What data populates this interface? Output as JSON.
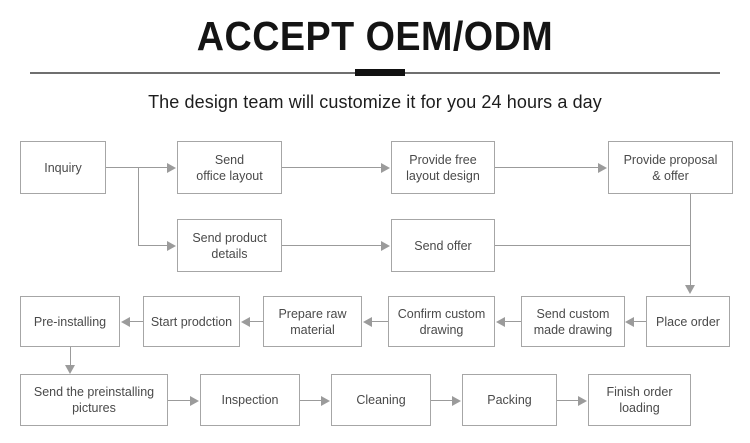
{
  "header": {
    "title": "ACCEPT OEM/ODM",
    "subtitle": "The design team will customize it for you 24 hours a day",
    "accent_color": "#111111",
    "rule_color": "#6f6f6f"
  },
  "flowchart": {
    "type": "process-flow-diagram",
    "node_border_color": "#a6a6a6",
    "connector_color": "#9b9b9b",
    "text_color": "#4a4a4a",
    "rows": [
      {
        "name": "row-1-quotation",
        "direction": "left-to-right",
        "nodes": [
          {
            "id": "inquiry",
            "label": "Inquiry"
          },
          {
            "id": "send-office-layout",
            "label": "Send\noffice layout"
          },
          {
            "id": "provide-free-layout-design",
            "label": "Provide free\nlayout design"
          },
          {
            "id": "provide-proposal-offer",
            "label": "Provide proposal\n& offer"
          }
        ]
      },
      {
        "name": "row-2-quotation-branch",
        "direction": "left-to-right",
        "nodes": [
          {
            "id": "send-product-details",
            "label": "Send product\ndetails"
          },
          {
            "id": "send-offer",
            "label": "Send offer"
          }
        ]
      },
      {
        "name": "row-3-production",
        "direction": "right-to-left",
        "nodes": [
          {
            "id": "place-order",
            "label": "Place order"
          },
          {
            "id": "send-custom-made-drawing",
            "label": "Send custom\nmade drawing"
          },
          {
            "id": "confirm-custom-drawing",
            "label": "Confirm custom\ndrawing"
          },
          {
            "id": "prepare-raw-material",
            "label": "Prepare raw\nmaterial"
          },
          {
            "id": "start-prodction",
            "label": "Start prodction"
          },
          {
            "id": "pre-installing",
            "label": "Pre-installing"
          }
        ]
      },
      {
        "name": "row-4-delivery",
        "direction": "left-to-right",
        "nodes": [
          {
            "id": "send-the-preinstalling-pictures",
            "label": "Send the preinstalling\npictures"
          },
          {
            "id": "inspection",
            "label": "Inspection"
          },
          {
            "id": "cleaning",
            "label": "Cleaning"
          },
          {
            "id": "packing",
            "label": "Packing"
          },
          {
            "id": "finish-order-loading",
            "label": "Finish order\nloading"
          }
        ]
      }
    ]
  }
}
